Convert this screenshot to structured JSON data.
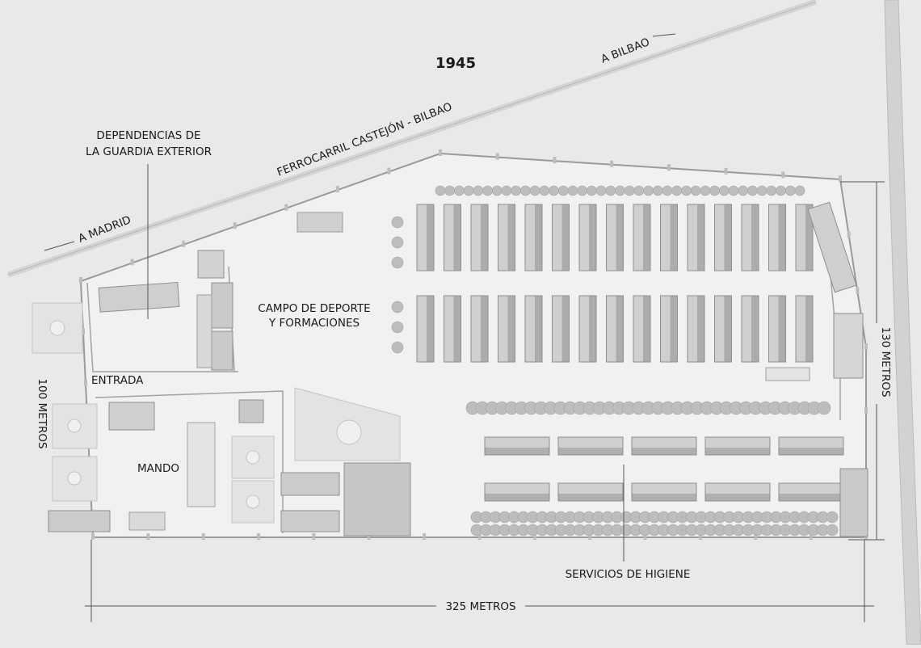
{
  "map": {
    "year": "1945",
    "labels": {
      "to_bilbao": "A BILBAO",
      "railway": "FERROCARRIL CASTEJÓN - BILBAO",
      "to_madrid": "A MADRID",
      "guard_line1": "DEPENDENCIAS DE",
      "guard_line2": "LA GUARDIA EXTERIOR",
      "sports_line1": "CAMPO DE DEPORTE",
      "sports_line2": "Y FORMACIONES",
      "entrance": "ENTRADA",
      "command": "MANDO",
      "hygiene": "SERVICIOS DE HIGIENE",
      "width_dim": "325 METROS",
      "height_right": "130 METROS",
      "height_left": "100 METROS"
    },
    "colors": {
      "background": "#e9e9e9",
      "ground": "#f1f1f1",
      "building_roof": "#cfcfcf",
      "building_shadow": "#8f8f8f",
      "tree": "#bdbdbd"
    },
    "counts": {
      "barracks_per_row": 15,
      "barracks_rows": 2,
      "hygiene_buildings_per_row": 5,
      "hygiene_rows": 2
    }
  }
}
